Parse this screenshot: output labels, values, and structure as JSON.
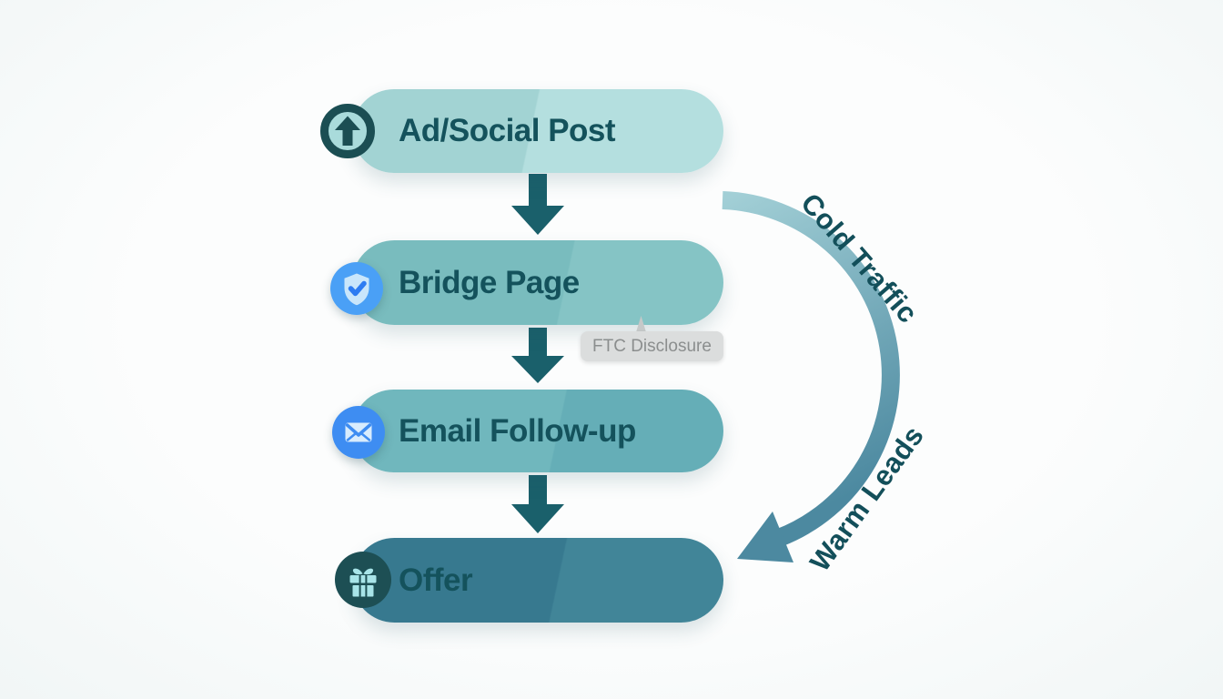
{
  "diagram": {
    "type": "vertical-funnel-flowchart",
    "steps": [
      {
        "label": "Ad/Social Post",
        "icon": "arrow-up-circle-icon",
        "pill_color": "#a9d8d8",
        "icon_color": "#1b4e53"
      },
      {
        "label": "Bridge Page",
        "icon": "shield-check-icon",
        "pill_color": "#7cbec0",
        "icon_color": "#4aa0f6"
      },
      {
        "label": "Email Follow-up",
        "icon": "email-icon",
        "pill_color": "#6ab3bb",
        "icon_color": "#3e8df2"
      },
      {
        "label": "Offer",
        "icon": "gift-icon",
        "pill_color": "#3b7f96",
        "icon_color": "#1d4f54"
      }
    ],
    "callout": {
      "text": "FTC Disclosure"
    },
    "curve_labels": {
      "top": "Cold Traffic",
      "bottom": "Warm Leads"
    },
    "colors": {
      "background": "#f7fafa",
      "step_text": "#14525c",
      "flow_arrow": "#1a606b",
      "curve_gradient_start": "#a2cfd6",
      "curve_gradient_end": "#4c89a0",
      "callout_bg": "#dbdddd",
      "callout_text": "#8b8e8e",
      "curve_label_text": "#134f5a"
    }
  }
}
